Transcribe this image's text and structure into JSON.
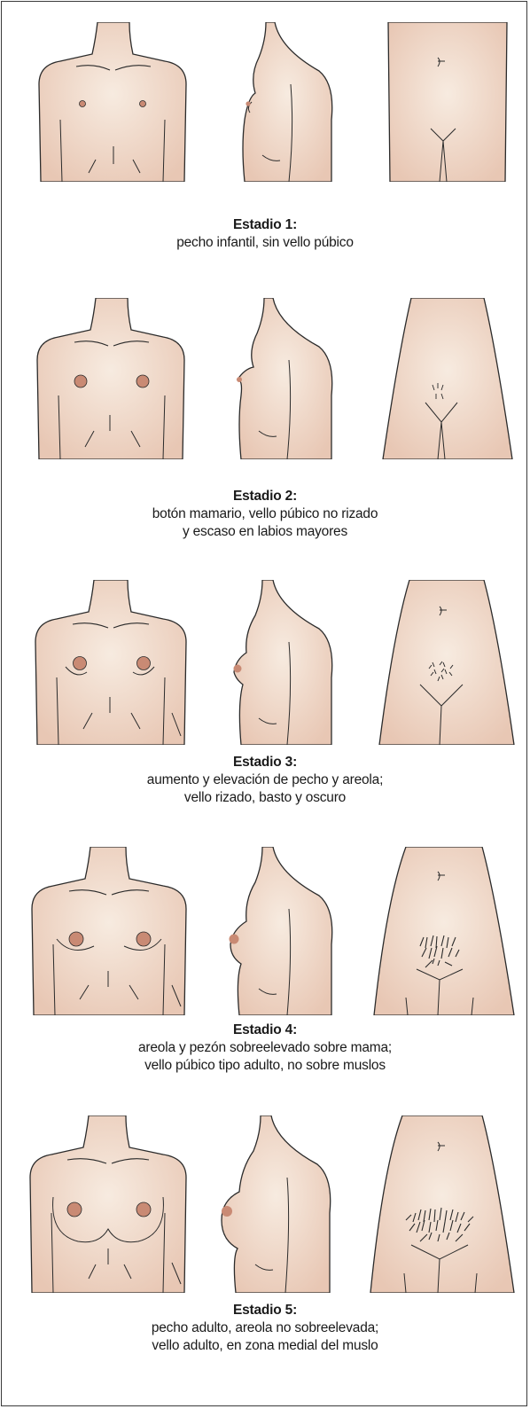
{
  "colors": {
    "skin_light": "#f6e9dd",
    "skin_dark": "#e7c6b3",
    "outline": "#2b2b2b",
    "areola": "#c98a74"
  },
  "stages": [
    {
      "title": "Estadio 1:",
      "lines": [
        "pecho infantil, sin vello púbico"
      ]
    },
    {
      "title": "Estadio 2:",
      "lines": [
        "botón mamario, vello púbico no rizado",
        "y escaso en labios mayores"
      ]
    },
    {
      "title": "Estadio 3:",
      "lines": [
        "aumento y elevación de pecho y areola;",
        "vello rizado, basto y oscuro"
      ]
    },
    {
      "title": "Estadio 4:",
      "lines": [
        "areola y pezón sobreelevado sobre mama;",
        "vello púbico tipo adulto, no sobre muslos"
      ]
    },
    {
      "title": "Estadio 5:",
      "lines": [
        "pecho adulto, areola no sobreelevada;",
        "vello adulto, en zona medial del muslo"
      ]
    }
  ]
}
